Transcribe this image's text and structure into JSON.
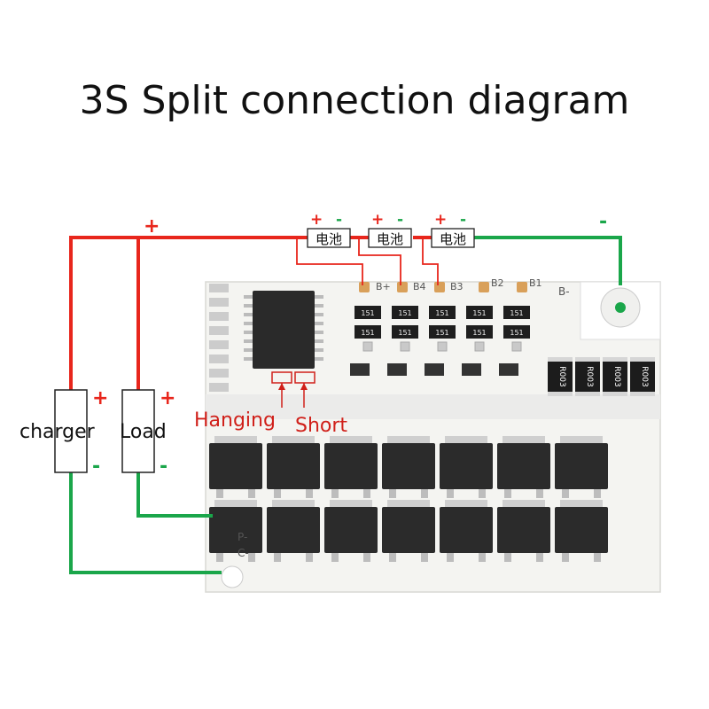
{
  "title": "3S Split connection diagram",
  "colors": {
    "positive_wire": "#e8261c",
    "negative_wire": "#1aa64a",
    "board": "#f2f2ef",
    "mosfet": "#2b2b2b",
    "annotation_red": "#d0201a"
  },
  "batteries": [
    {
      "label": "电池",
      "plus": "+",
      "minus": "-"
    },
    {
      "label": "电池",
      "plus": "+",
      "minus": "-"
    },
    {
      "label": "电池",
      "plus": "+",
      "minus": "-"
    }
  ],
  "main_plus": "+",
  "main_minus": "-",
  "devices": {
    "charger": {
      "label": "charger",
      "plus": "+",
      "minus": "-"
    },
    "load": {
      "label": "Load",
      "plus": "+",
      "minus": "-"
    }
  },
  "pads": {
    "bplus": "B+",
    "b4": "B4",
    "b3": "B3",
    "b2": "B2",
    "b1": "B1",
    "bminus": "B-",
    "pminus": "P-",
    "cminus": "C-"
  },
  "annotations": {
    "hanging": "Hanging",
    "short": "Short"
  },
  "resistors": [
    "R003",
    "R003",
    "R003",
    "R003"
  ],
  "small_resistor_label": "151",
  "mosfet_count": 14
}
